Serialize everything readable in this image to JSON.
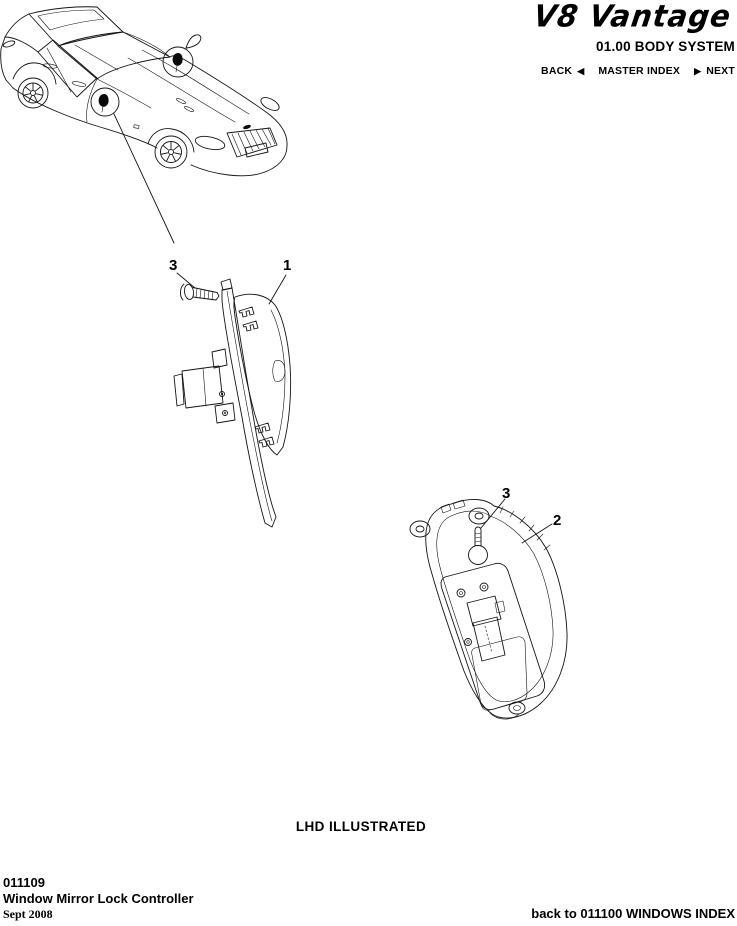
{
  "header": {
    "logo_text": "V8 Vantage",
    "section_title": "01.00 BODY SYSTEM",
    "nav": {
      "back_label": "BACK",
      "back_arrow": "◀",
      "master_index_label": "MASTER INDEX",
      "next_arrow": "▶",
      "next_label": "NEXT"
    }
  },
  "figure": {
    "caption": "LHD ILLUSTRATED",
    "callouts": {
      "part1": {
        "screw": "3",
        "part": "1"
      },
      "part2": {
        "screw": "3",
        "part": "2"
      }
    }
  },
  "footer": {
    "doc_number": "011109",
    "doc_title": "Window Mirror Lock Controller",
    "date": "Sept 2008",
    "back_link": "back to 011100 WINDOWS INDEX"
  },
  "colors": {
    "ink": "#000000",
    "background": "#ffffff"
  }
}
